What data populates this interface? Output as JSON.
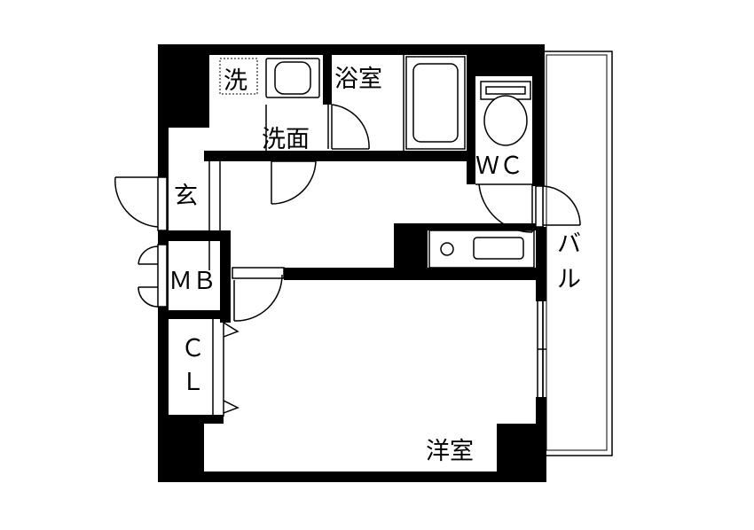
{
  "floorplan": {
    "colors": {
      "wall": "#000000",
      "line": "#000000",
      "background": "#ffffff",
      "fixture": "#ffffff"
    },
    "labels": {
      "laundry": "洗",
      "bathroom": "浴室",
      "washroom": "洗面",
      "toilet": "ＷＣ",
      "entrance": "玄",
      "meter_box": "ＭＢ",
      "closet_line1": "Ｃ",
      "closet_line2": "Ｌ",
      "balcony_line1": "バ",
      "balcony_line2": "ル",
      "western_room": "洋室"
    }
  }
}
